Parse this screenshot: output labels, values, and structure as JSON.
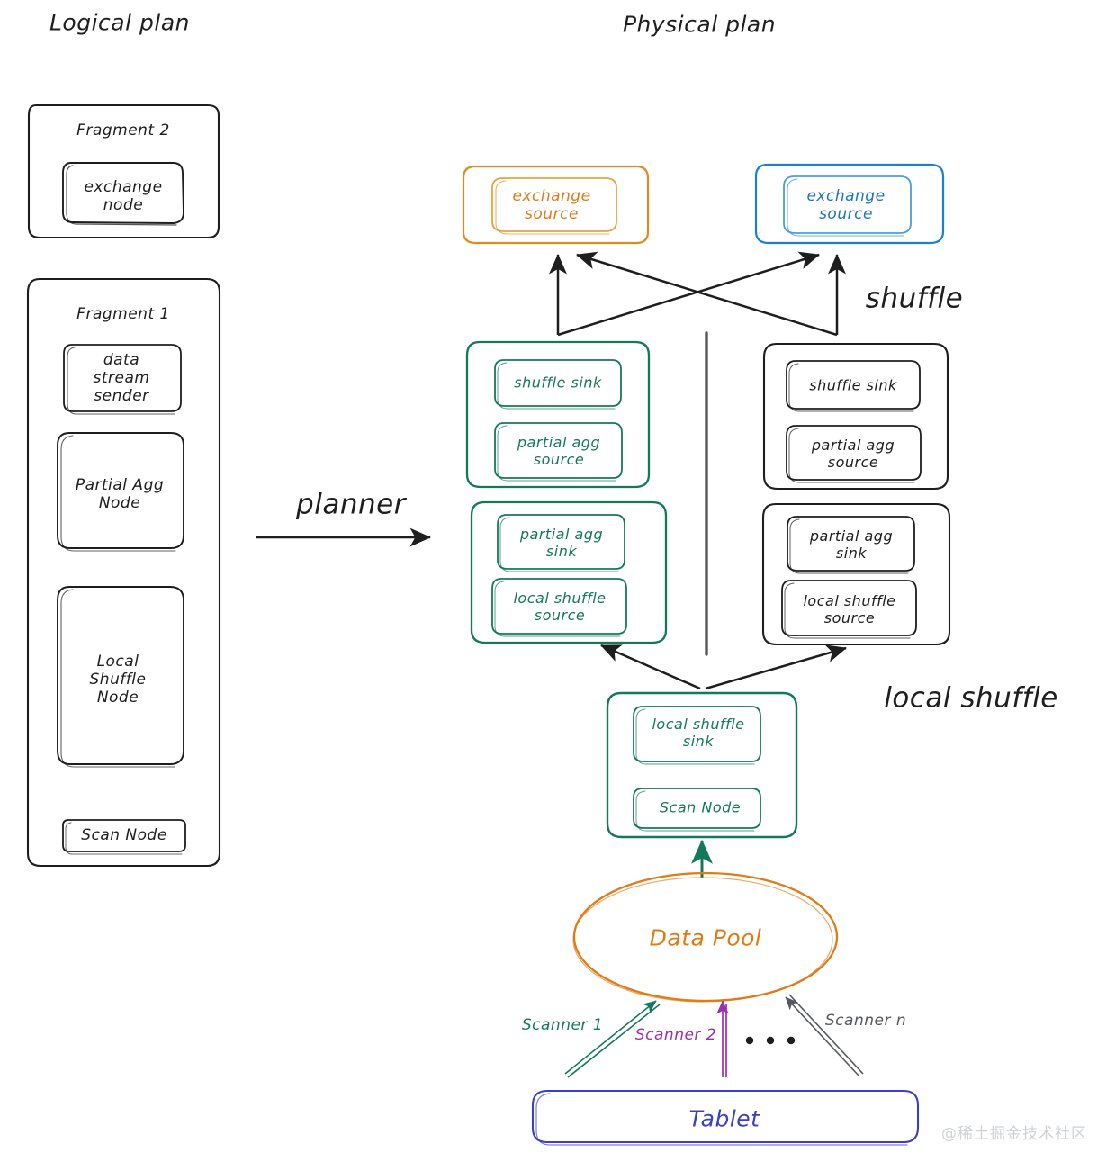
{
  "titles": {
    "logical": "Logical plan",
    "physical": "Physical plan"
  },
  "annotations": {
    "planner": "planner",
    "shuffle": "shuffle",
    "local_shuffle": "local shuffle",
    "ellipsis": ". . ."
  },
  "logical_plan": {
    "fragment2": {
      "title": "Fragment 2",
      "nodes": [
        "exchange\nnode"
      ]
    },
    "fragment1": {
      "title": "Fragment 1",
      "nodes": [
        "data\nstream\nsender",
        "Partial Agg\nNode",
        "Local\nShuffle\nNode",
        "Scan Node"
      ]
    }
  },
  "physical_plan": {
    "exchange_left": {
      "label": "exchange\nsource",
      "color": "#e08b1e"
    },
    "exchange_right": {
      "label": "exchange\nsource",
      "color": "#1b7fd4"
    },
    "pipeline_left_top": {
      "color": "#14795a",
      "operators": [
        "shuffle sink",
        "partial agg\nsource"
      ]
    },
    "pipeline_left_bottom": {
      "color": "#14795a",
      "operators": [
        "partial agg\nsink",
        "local shuffle\nsource"
      ]
    },
    "pipeline_right_top": {
      "color": "#1e1e1e",
      "operators": [
        "shuffle sink",
        "partial agg\nsource"
      ]
    },
    "pipeline_right_bottom": {
      "color": "#1e1e1e",
      "operators": [
        "partial agg\nsink",
        "local shuffle\nsource"
      ]
    },
    "pipeline_scan": {
      "color": "#14795a",
      "operators": [
        "local shuffle\nsink",
        "Scan Node"
      ]
    },
    "data_pool": {
      "label": "Data Pool",
      "color": "#e07b17"
    },
    "tablet": {
      "label": "Tablet",
      "color": "#3b40c4"
    },
    "scanners": [
      {
        "label": "Scanner 1",
        "color": "#14795a"
      },
      {
        "label": "Scanner 2",
        "color": "#9b2fae"
      },
      {
        "label": "Scanner n",
        "color": "#55585c"
      }
    ]
  },
  "watermark": "@稀土掘金技术社区",
  "colors": {
    "ink": "#1e1e1e",
    "green": "#14795a",
    "orange": "#e08b1e",
    "blue": "#1b7fd4",
    "purple": "#9b2fae",
    "indigo": "#3b40c4",
    "grey": "#55585c"
  }
}
